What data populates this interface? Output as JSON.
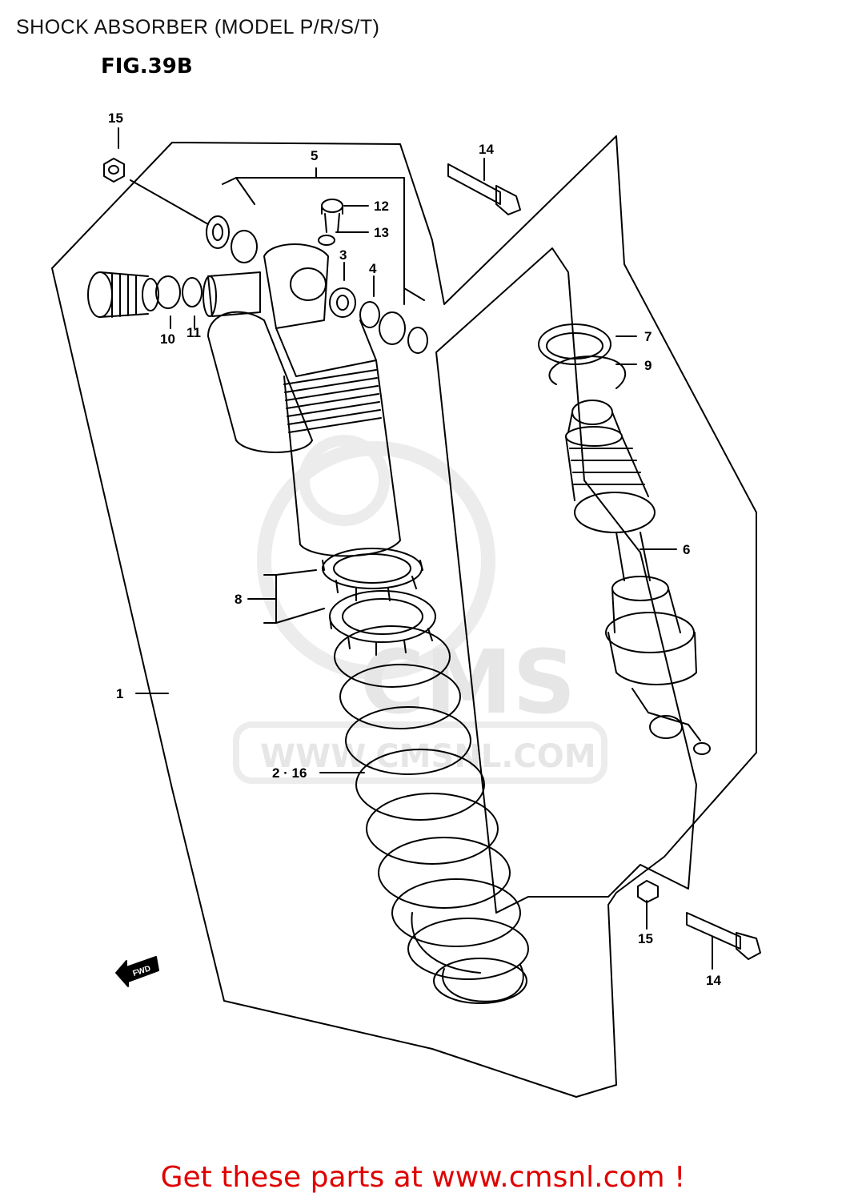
{
  "header": {
    "title": "SHOCK ABSORBER (MODEL P/R/S/T)",
    "figure": "FIG.39B"
  },
  "watermark": {
    "brand": "CMS",
    "url": "WWW.CMSNL.COM"
  },
  "callouts": {
    "c1": "1",
    "c2_16": "2 · 16",
    "c3": "3",
    "c4": "4",
    "c5": "5",
    "c6": "6",
    "c7": "7",
    "c8": "8",
    "c9": "9",
    "c10": "10",
    "c11": "11",
    "c12": "12",
    "c13": "13",
    "c14_top": "14",
    "c14_bottom": "14",
    "c15_top": "15",
    "c15_bottom": "15"
  },
  "fwd_arrow_label": "FWD",
  "footer": {
    "link_text": "Get these parts at www.cmsnl.com !"
  },
  "colors": {
    "line": "#000000",
    "footer_text": "#e00000",
    "watermark": "#e6e6e6"
  }
}
